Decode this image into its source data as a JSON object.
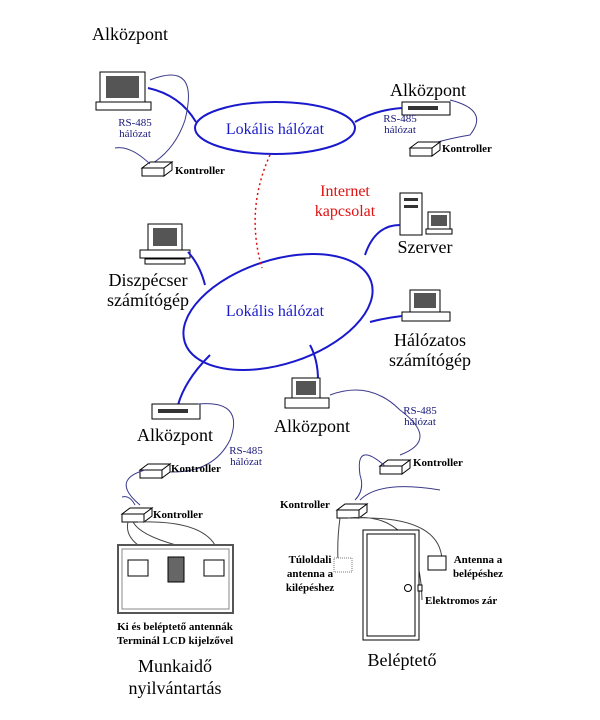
{
  "networks": {
    "top": "Lokális hálózat",
    "main": "Lokális hálózat"
  },
  "internet": {
    "line1": "Internet",
    "line2": "kapcsolat"
  },
  "top_left": {
    "title": "Alközpont",
    "rs1": "RS-485",
    "rs2": "hálózat",
    "controller": "Kontroller"
  },
  "top_right": {
    "title": "Alközpont",
    "rs1": "RS-485",
    "rs2": "hálózat",
    "controller": "Kontroller"
  },
  "server": {
    "label": "Szerver"
  },
  "dispatcher": {
    "line1": "Diszpécser",
    "line2": "számítógép"
  },
  "network_pc": {
    "line1": "Hálózatos",
    "line2": "számítógép"
  },
  "bottom_left": {
    "title": "Alközpont",
    "rs1": "RS-485",
    "rs2": "hálózat",
    "controller1": "Kontroller",
    "controller2": "Kontroller",
    "panel1": "Ki és beléptető antennák",
    "panel2": "Terminál LCD kijelzővel",
    "caption1": "Munkaidő",
    "caption2": "nyilvántartás"
  },
  "bottom_right": {
    "title": "Alközpont",
    "rs1": "RS-485",
    "rs2": "hálózat",
    "controller1": "Kontroller",
    "controller2": "Kontroller",
    "far_antenna1": "Túloldali",
    "far_antenna2": "antenna a",
    "far_antenna3": "kilépéshez",
    "antenna1": "Antenna a",
    "antenna2": "belépéshez",
    "lock": "Elektromos zár",
    "caption": "Beléptető"
  }
}
